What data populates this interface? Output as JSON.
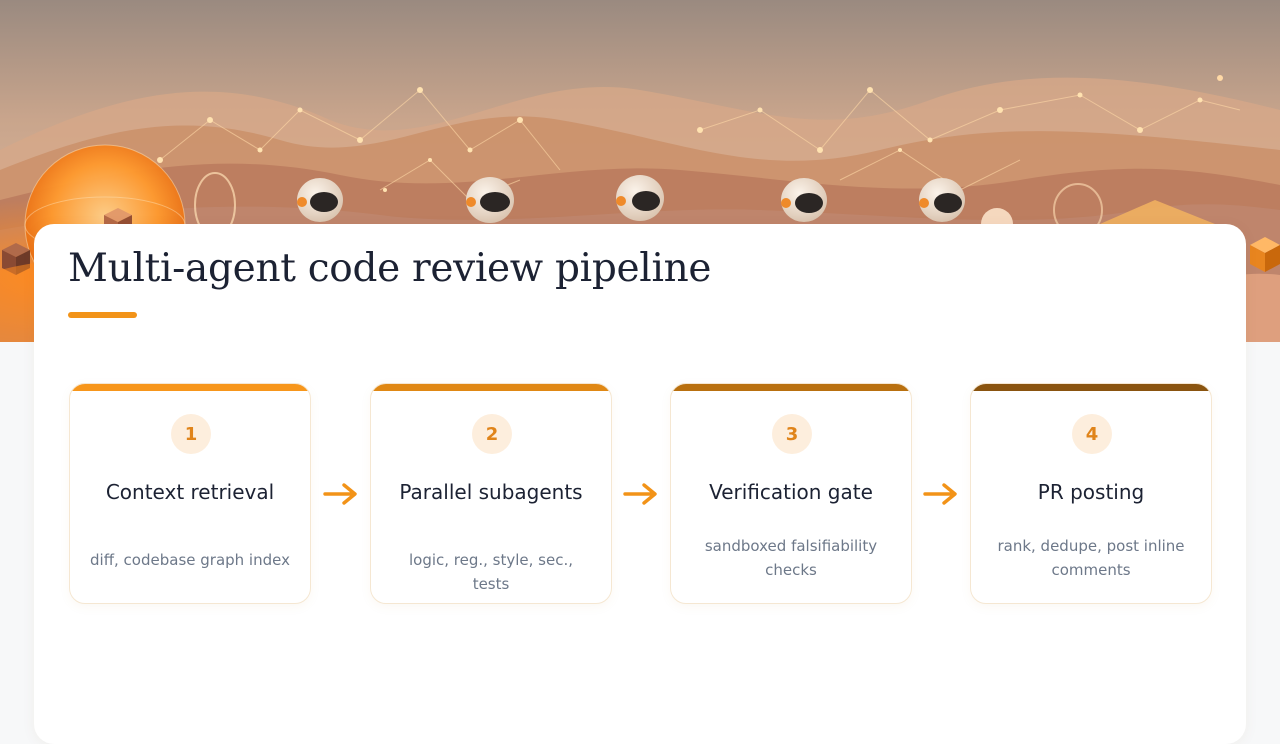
{
  "title": "Multi-agent code review pipeline",
  "colors": {
    "accent": "#f29318",
    "step_bars": [
      "#f7961b",
      "#e08814",
      "#b9700f",
      "#8a540f"
    ],
    "card_text": "#1c2233",
    "muted_text": "#6d7889"
  },
  "steps": [
    {
      "number": "1",
      "title": "Context retrieval",
      "description": "diff, codebase graph index"
    },
    {
      "number": "2",
      "title": "Parallel subagents",
      "description": "logic, reg., style, sec., tests"
    },
    {
      "number": "3",
      "title": "Verification gate",
      "description": "sandboxed falsifiability checks"
    },
    {
      "number": "4",
      "title": "PR posting",
      "description": "rank, dedupe, post inline comments"
    }
  ],
  "connectors": [
    "arrow-right-icon",
    "arrow-right-icon",
    "arrow-right-icon"
  ],
  "hero_image": {
    "icons": [
      "robot-icon",
      "glowing-sphere-icon",
      "cube-icon",
      "network-node-icon"
    ]
  }
}
